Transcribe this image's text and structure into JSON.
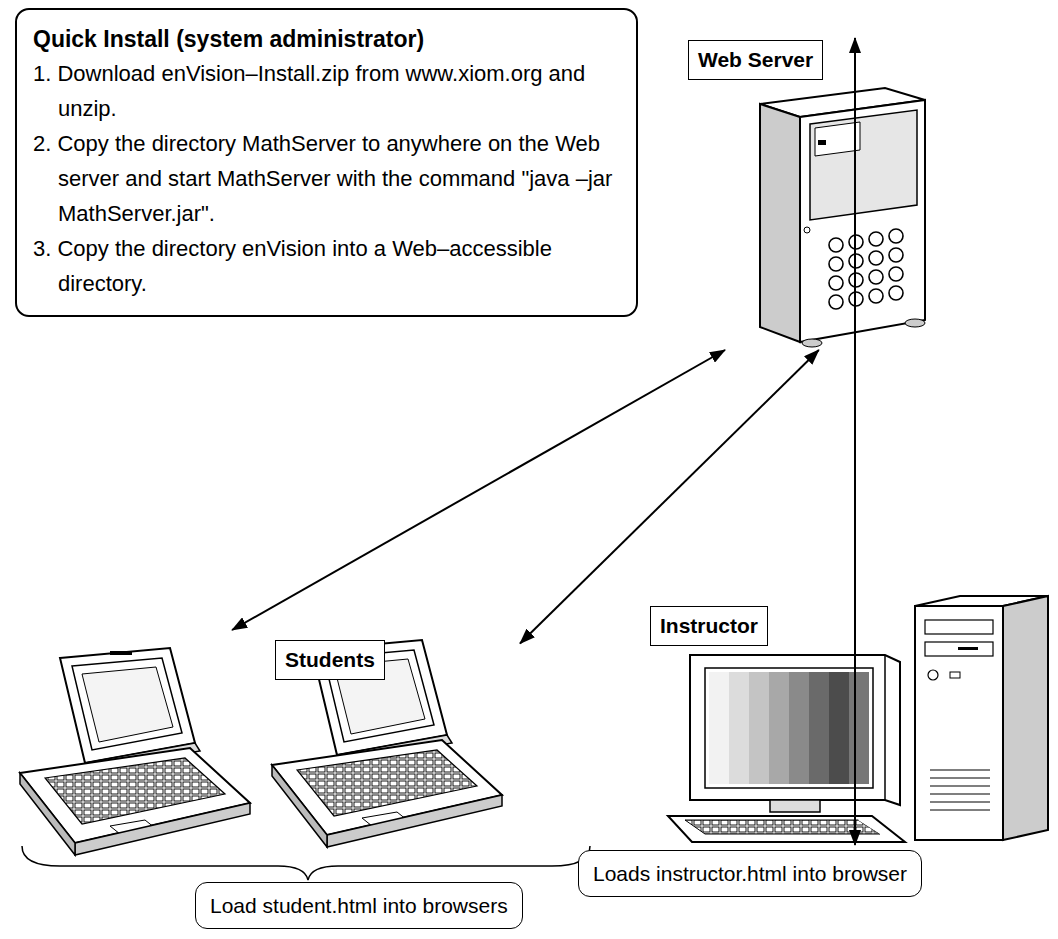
{
  "diagram": {
    "nodes": [
      {
        "text": [
          "Quick Install (system administrator)",
          "1. Download enVision–Install.zip from www.xiom.org and unzip.",
          "2. Copy the directory MathServer to anywhere on the Web server and start MathServer with the command \"java –jar MathServer.jar\".",
          "3. Copy the directory enVision into a Web–accessible directory."
        ]
      },
      {
        "text": [
          "Web Server"
        ]
      },
      {
        "text": [
          "Students"
        ]
      },
      {
        "text": [
          "Instructor"
        ]
      },
      {
        "text": [
          "Load student.html into browsers"
        ]
      },
      {
        "text": [
          "Loads instructor.html into browser"
        ]
      }
    ],
    "edges": [
      {
        "from": 2,
        "to": 1,
        "arrow": "both"
      },
      {
        "from": 2,
        "to": 1,
        "arrow": "both"
      },
      {
        "from": 3,
        "to": 1,
        "arrow": "both"
      }
    ]
  }
}
